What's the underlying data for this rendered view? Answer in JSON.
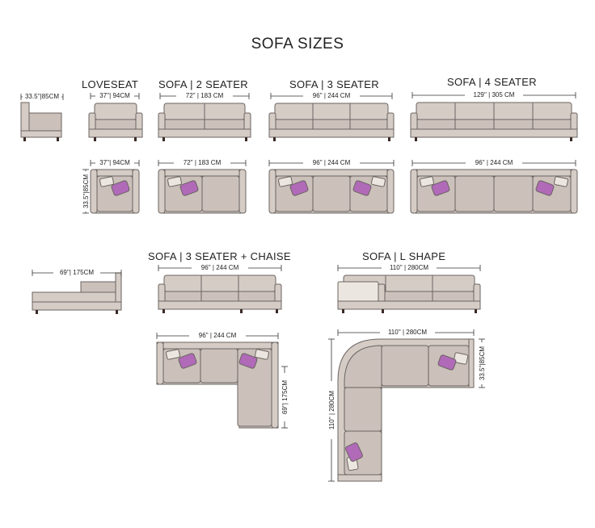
{
  "page_title": "SOFA SIZES",
  "headings": {
    "loveseat": "LOVESEAT",
    "two_seater": "SOFA | 2 SEATER",
    "three_seater": "SOFA | 3 SEATER",
    "four_seater": "SOFA | 4 SEATER",
    "chaise": "SOFA | 3 SEATER + CHAISE",
    "l_shape": "SOFA | L SHAPE"
  },
  "dimensions": {
    "depth_side": "33.5''|85CM",
    "loveseat_width": "37''| 94CM",
    "loveseat_depth": "33.5''|85CM",
    "two_seater_width": "72''  |  183  CM",
    "three_seater_width": "96''  |  244  CM",
    "four_seater_front": "129''  |  305  CM",
    "four_seater_top": "96''  |  244  CM",
    "chaise_side": "69''| 175CM",
    "chaise_front": "96''  |  244  CM",
    "chaise_top": "96''  |  244  CM",
    "chaise_depth": "69''| 175CM",
    "l_front": "110''  |  280CM",
    "l_top": "110''  |  280CM",
    "l_right_depth": "33.5''|85CM",
    "l_left_depth": "110''  |  280CM"
  },
  "colors": {
    "upholstery": "#d5ccc6",
    "cushion": "#cbc1ba",
    "outline": "#6b6461",
    "legs": "#3a2a26",
    "pillow_purple": "#b06ab8",
    "pillow_cream": "#ece6e0",
    "line": "#333333"
  }
}
